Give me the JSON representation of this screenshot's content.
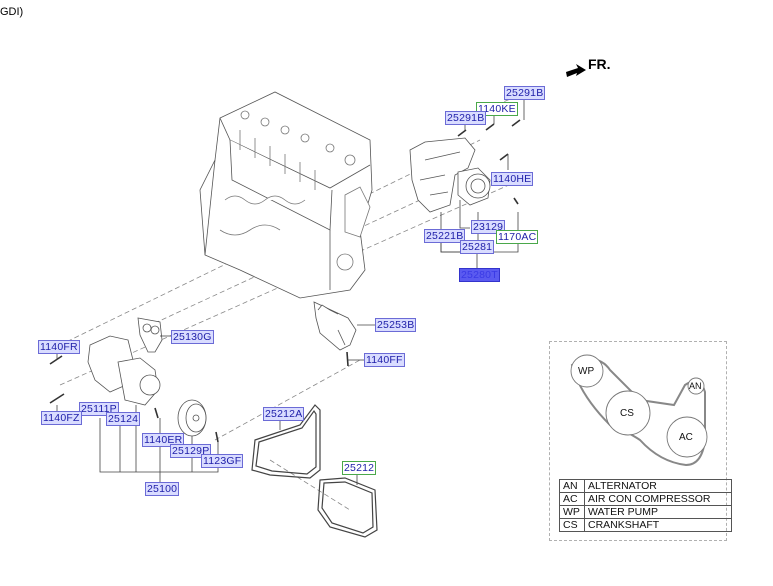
{
  "caption": "GDI)",
  "direction_label": "FR.",
  "labels": {
    "l25291B_top": "25291B",
    "l1140KE": "1140KE",
    "l25291B_left": "25291B",
    "l1140HE": "1140HE",
    "l23129": "23129",
    "l25221B": "25221B",
    "l1170AC": "1170AC",
    "l25281": "25281",
    "l25280T": "25280T",
    "l25253B": "25253B",
    "l1140FF": "1140FF",
    "l25130G": "25130G",
    "l1140FR": "1140FR",
    "l1140FZ": "1140FZ",
    "l25111P": "25111P",
    "l25124": "25124",
    "l1140ER": "1140ER",
    "l25129P": "25129P",
    "l1123GF": "1123GF",
    "l25100": "25100",
    "l25212A": "25212A",
    "l25212": "25212"
  },
  "belt_diagram": {
    "pulleys": [
      "WP",
      "CS",
      "AN",
      "AC"
    ],
    "legend": [
      {
        "abbr": "AN",
        "name": "ALTERNATOR"
      },
      {
        "abbr": "AC",
        "name": "AIR CON COMPRESSOR"
      },
      {
        "abbr": "WP",
        "name": "WATER PUMP"
      },
      {
        "abbr": "CS",
        "name": "CRANKSHAFT"
      }
    ]
  }
}
